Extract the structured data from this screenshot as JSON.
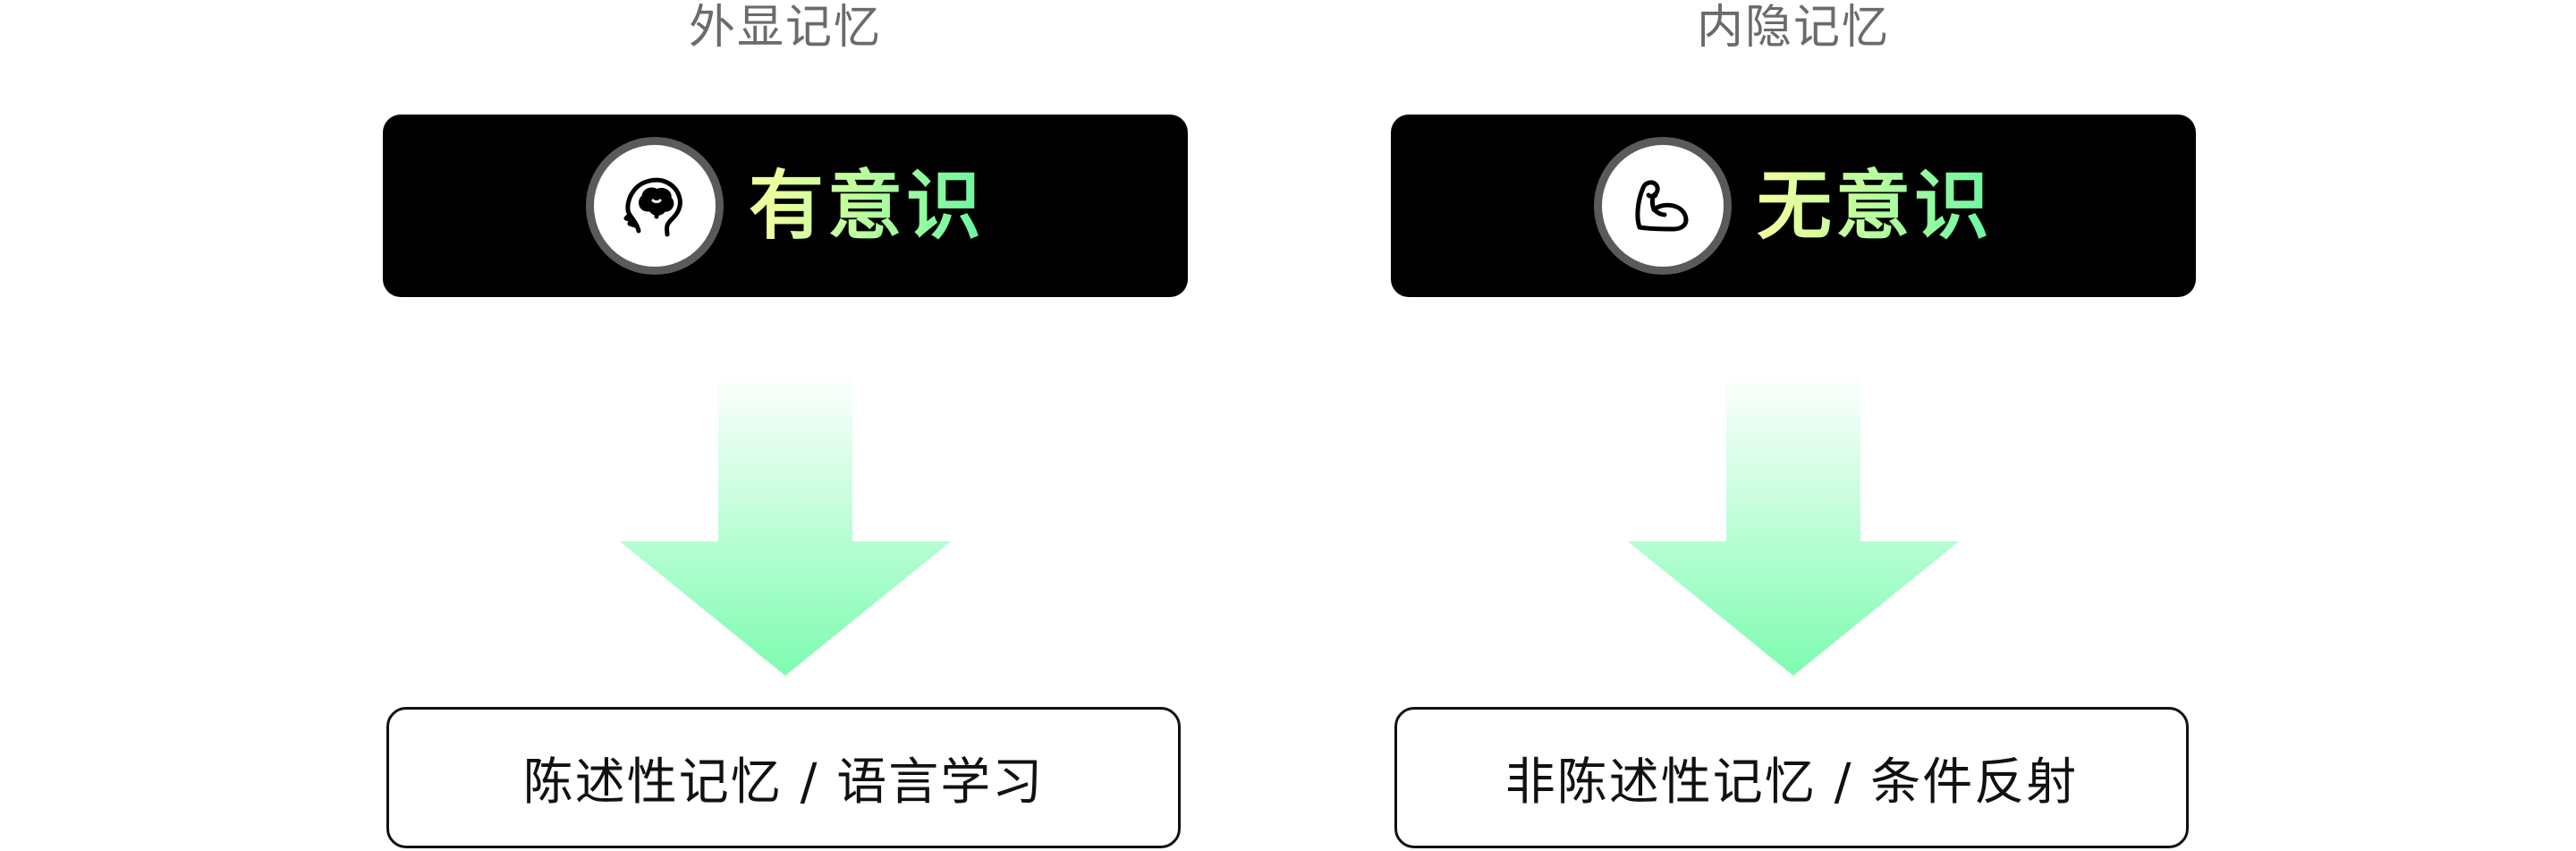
{
  "columns": [
    {
      "heading": "外显记忆",
      "icon": "brain-head-icon",
      "label": "有意识",
      "result": "陈述性记忆 / 语言学习"
    },
    {
      "heading": "内隐记忆",
      "icon": "flexed-arm-icon",
      "label": "无意识",
      "result": "非陈述性记忆 / 条件反射"
    }
  ],
  "colors": {
    "banner_bg": "#000000",
    "label_gradient_start": "#f7ff9e",
    "label_gradient_end": "#6bf5a2",
    "arrow_top": "#ffffff",
    "arrow_bottom": "#7dfcb0",
    "heading": "#6b6b6b"
  }
}
